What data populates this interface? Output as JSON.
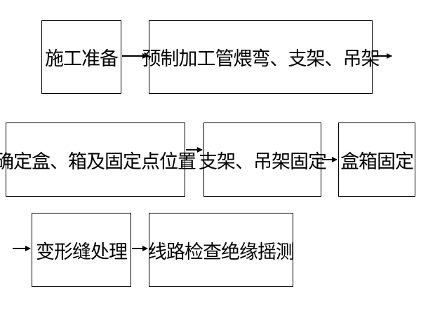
{
  "steps": [
    "施工准备",
    "预制加工管煨弯、支架、吊架",
    "确定盒、箱及固定点位置",
    "支架、吊架固定",
    "盒箱固定",
    "变形缝处理",
    "线路检查绝缘摇测"
  ]
}
